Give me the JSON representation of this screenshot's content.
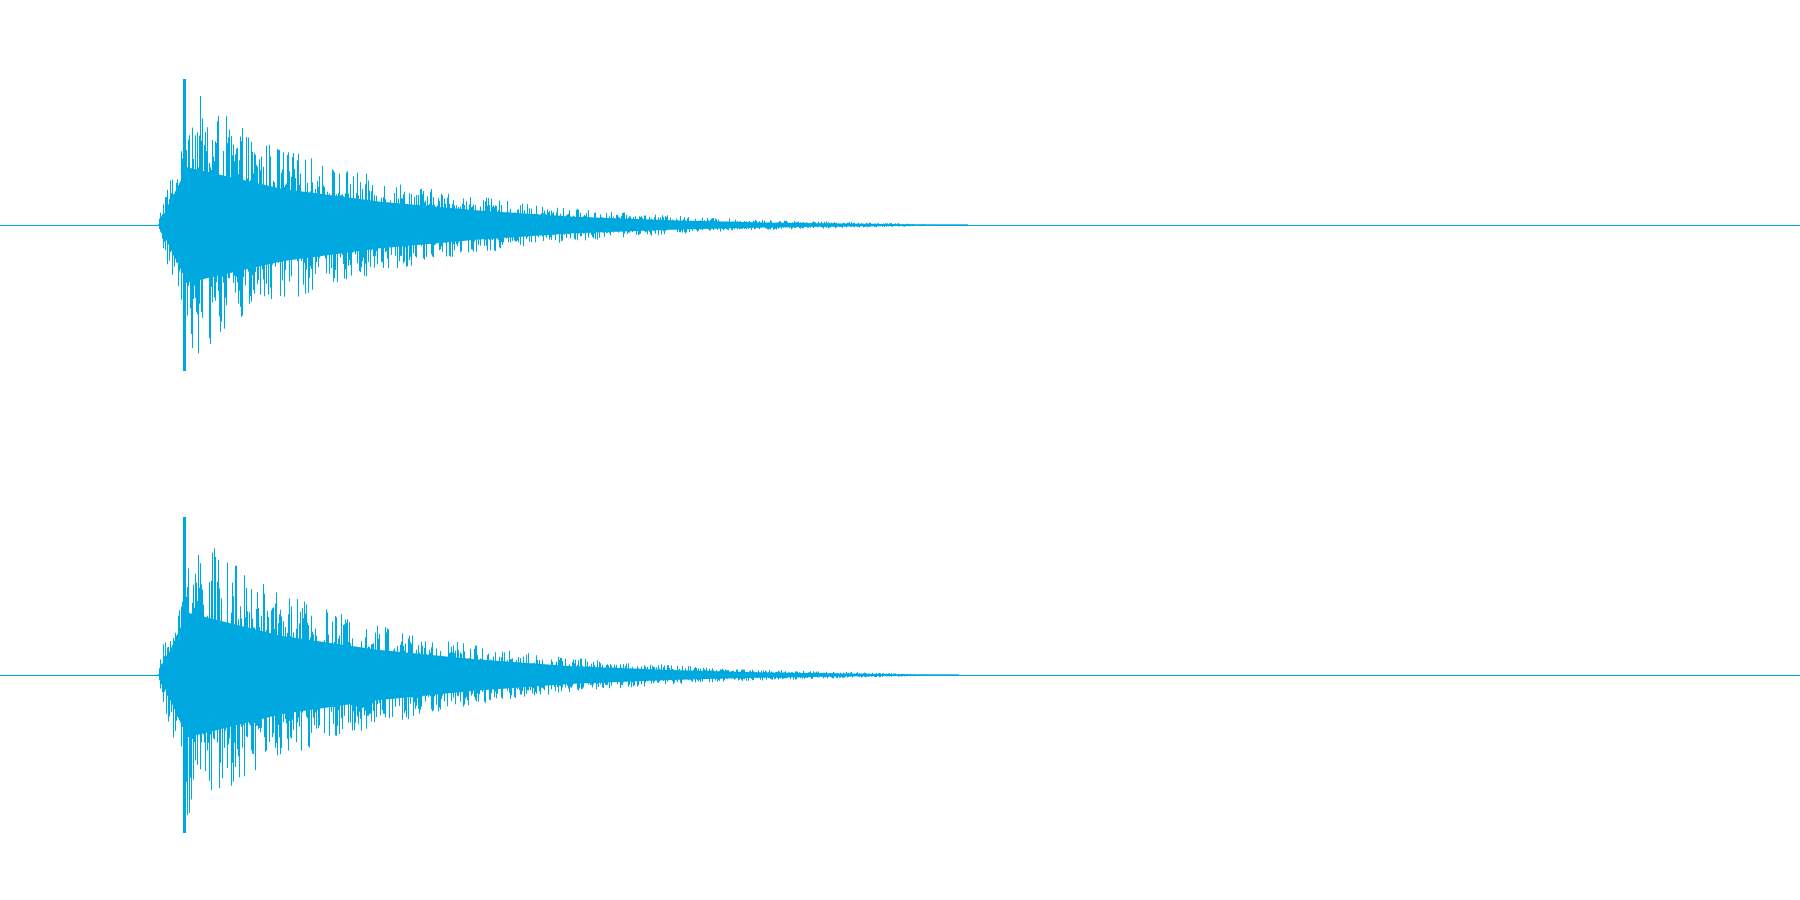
{
  "color": "#00a8e0",
  "chart_data": {
    "type": "waveform",
    "channels": [
      {
        "channel": 1,
        "onset_fraction": 0.088,
        "peak_fraction": 0.102,
        "end_fraction": 0.537,
        "peak_amplitude": 1.0,
        "positive_peak": 1.0,
        "negative_peak": -1.0,
        "decay_envelope": [
          1.0,
          0.62,
          0.4,
          0.25,
          0.14,
          0.08,
          0.04,
          0.02,
          0.0
        ]
      },
      {
        "channel": 2,
        "onset_fraction": 0.088,
        "peak_fraction": 0.102,
        "end_fraction": 0.532,
        "peak_amplitude": 1.0,
        "positive_peak": 1.0,
        "negative_peak": -1.0,
        "decay_envelope": [
          1.0,
          0.62,
          0.4,
          0.25,
          0.14,
          0.08,
          0.04,
          0.02,
          0.0
        ]
      }
    ]
  }
}
